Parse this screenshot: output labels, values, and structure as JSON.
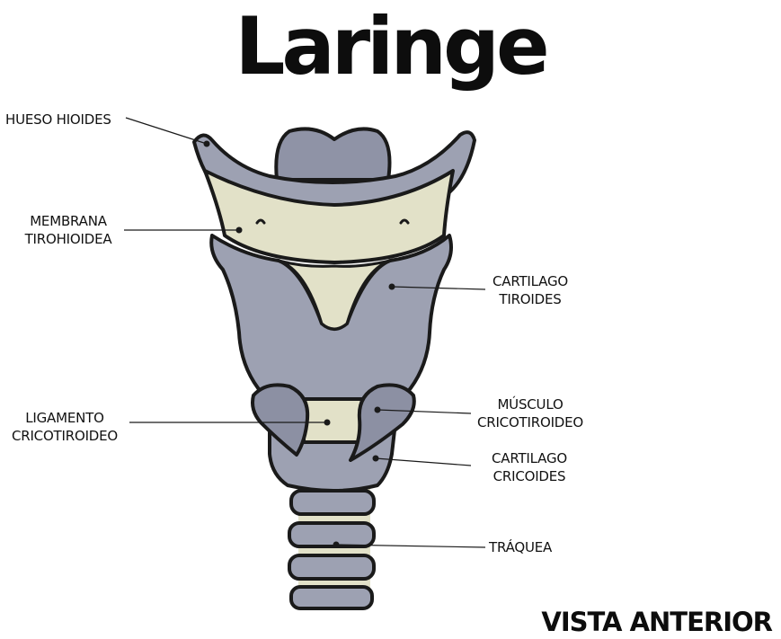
{
  "title": "Laringe",
  "view_label": "VISTA ANTERIOR",
  "labels": {
    "hueso_hioides": "HUESO HIOIDES",
    "membrana_tirohioidea": "MEMBRANA\nTIROHIOIDEA",
    "cartilago_tiroides": "CARTILAGO\nTIROIDES",
    "ligamento_cricotiroideo": "LIGAMENTO\nCRICOTIROIDEO",
    "musculo_cricotiroideo": "MÚSCULO\nCRICOTIROIDEO",
    "cartilago_cricoides": "CARTILAGO\nCRICOIDES",
    "traquea": "TRÁQUEA"
  },
  "colors": {
    "cartilage_gray": "#9da1b2",
    "cartilage_dark": "#8c90a3",
    "membrane_cream": "#e2e1c8",
    "outline": "#1a1a1a"
  }
}
